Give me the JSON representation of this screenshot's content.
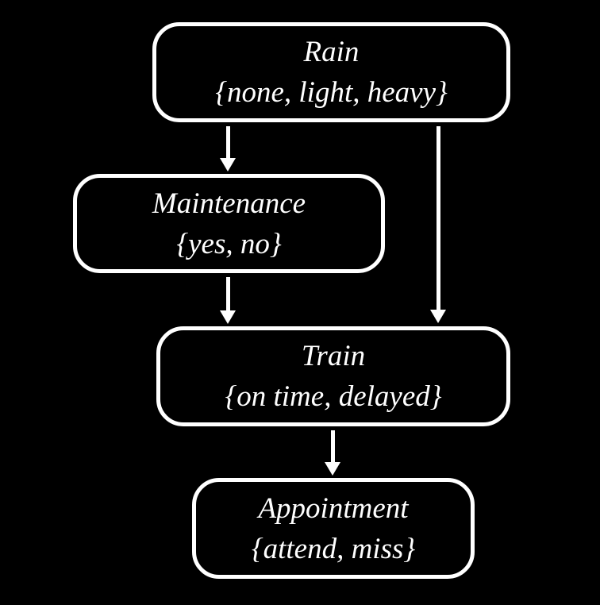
{
  "diagram": {
    "type": "bayesian-network",
    "background_color": "#000000",
    "stroke_color": "#ffffff",
    "text_color": "#ffffff",
    "nodes": [
      {
        "id": "rain",
        "label": "Rain",
        "domain": "{none, light, heavy}"
      },
      {
        "id": "maintenance",
        "label": "Maintenance",
        "domain": "{yes, no}"
      },
      {
        "id": "train",
        "label": "Train",
        "domain": "{on time, delayed}"
      },
      {
        "id": "appointment",
        "label": "Appointment",
        "domain": "{attend, miss}"
      }
    ],
    "edges": [
      {
        "from": "Rain",
        "to": "Maintenance"
      },
      {
        "from": "Rain",
        "to": "Train"
      },
      {
        "from": "Maintenance",
        "to": "Train"
      },
      {
        "from": "Train",
        "to": "Appointment"
      }
    ]
  }
}
